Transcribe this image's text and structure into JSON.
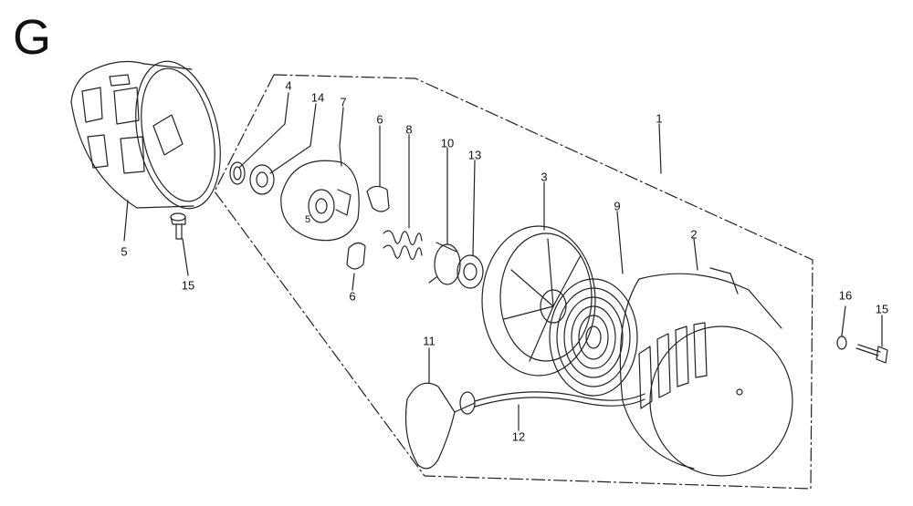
{
  "section_letter": "G",
  "callouts": {
    "c1": "1",
    "c2": "2",
    "c3": "3",
    "c4": "4",
    "c5": "5",
    "c6a": "6",
    "c6b": "6",
    "c7": "7",
    "c8": "8",
    "c9": "9",
    "c10": "10",
    "c11": "11",
    "c12": "12",
    "c13": "13",
    "c14": "14",
    "c15a": "15",
    "c15b": "15",
    "c16": "16"
  },
  "part_marks": {
    "ratchet_five": "5"
  }
}
